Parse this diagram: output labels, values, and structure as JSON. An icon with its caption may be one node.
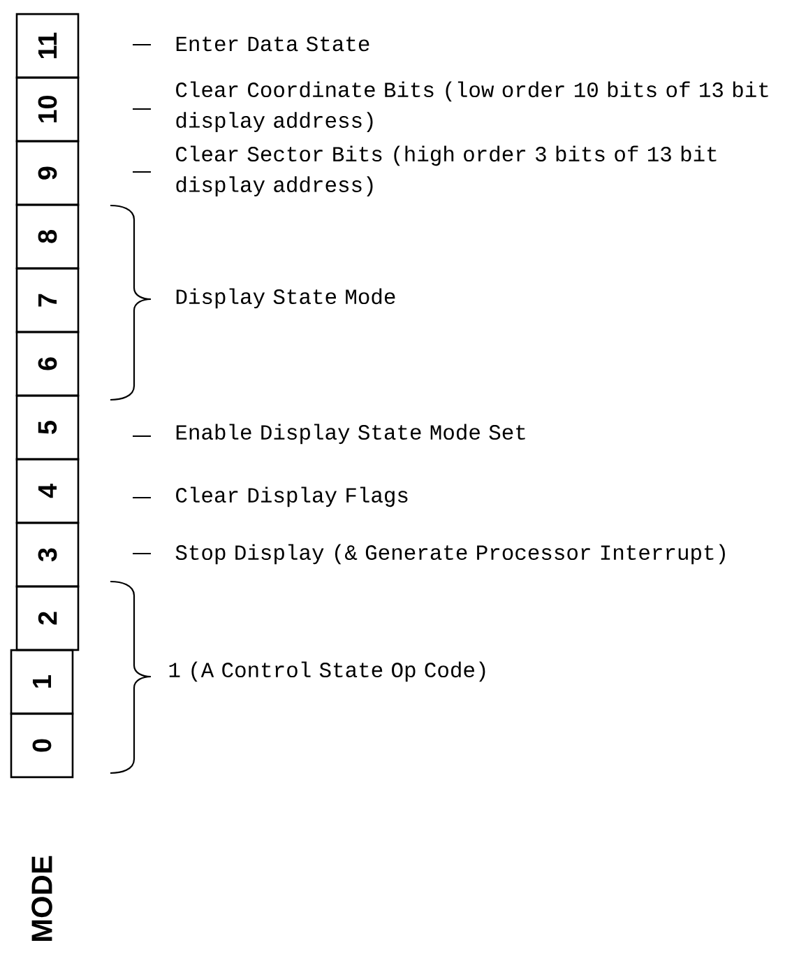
{
  "diagram": {
    "nodes": [
      {
        "text": [
          "11"
        ]
      },
      {
        "text": [
          "10"
        ]
      },
      {
        "text": [
          "9"
        ]
      },
      {
        "text": [
          "8"
        ]
      },
      {
        "text": [
          "7"
        ]
      },
      {
        "text": [
          "6"
        ]
      },
      {
        "text": [
          "5"
        ]
      },
      {
        "text": [
          "4"
        ]
      },
      {
        "text": [
          "3"
        ]
      },
      {
        "text": [
          "2"
        ]
      },
      {
        "text": [
          "1"
        ]
      },
      {
        "text": [
          "0"
        ]
      }
    ],
    "labels": [
      "Enter Data State",
      "Clear Coordinate Bits (low order 10 bits of 13 bit display address)",
      "Clear Sector Bits (high order 3 bits of 13 bit display address)",
      "Display State Mode",
      "Enable Display State Mode Set",
      "Clear Display Flags",
      "Stop Display (& Generate Processor Interrupt)",
      "1 (A Control State Op Code)",
      "MODE"
    ]
  }
}
